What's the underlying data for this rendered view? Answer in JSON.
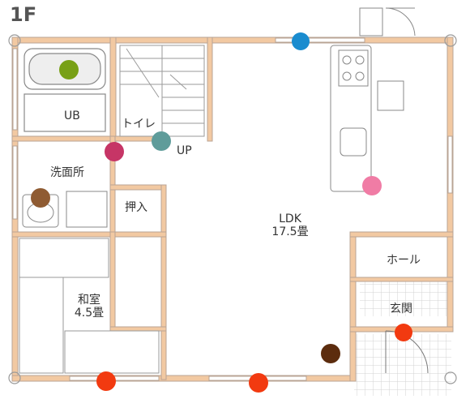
{
  "floor_label": "1F",
  "rooms": {
    "ub": "UB",
    "toilet": "トイレ",
    "up": "UP",
    "washroom": "洗面所",
    "closet": "押入",
    "ldk_name": "LDK",
    "ldk_size": "17.5畳",
    "hall": "ホール",
    "entrance": "玄関",
    "washitsu_name": "和室",
    "washitsu_size": "4.5畳"
  },
  "colors": {
    "wall": "#f2c9a2",
    "wall_line": "#b9a494",
    "tile": "#d3d3d3",
    "dot_green": "#78a016",
    "dot_blue": "#1a8ccf",
    "dot_teal": "#5f9c9a",
    "dot_crimson": "#c63566",
    "dot_pink": "#f07ca5",
    "dot_brown_light": "#8f5b32",
    "dot_brown_dark": "#5c2c0e",
    "dot_red": "#f23a10"
  }
}
